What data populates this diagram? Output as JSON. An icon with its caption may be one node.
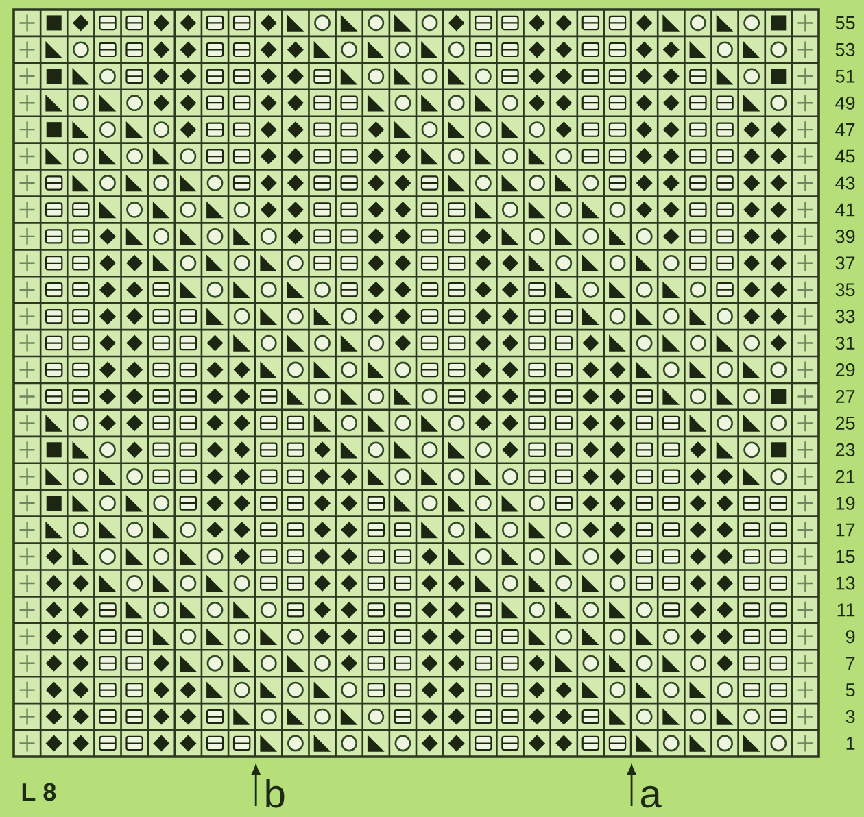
{
  "diagram": {
    "labels": [
      "55",
      "53",
      "51",
      "49",
      "47",
      "45",
      "43",
      "41",
      "39",
      "37",
      "35",
      "33",
      "31",
      "29",
      "27",
      "25",
      "23",
      "21",
      "19",
      "17",
      "15",
      "13",
      "11",
      "9",
      "7",
      "5",
      "3",
      "1",
      "L 8",
      "b",
      "a"
    ]
  }
}
